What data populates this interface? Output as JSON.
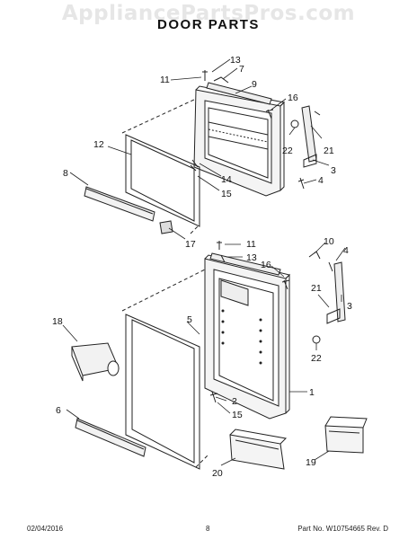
{
  "watermark": "AppliancePartsPros.com",
  "title": "DOOR PARTS",
  "callouts": [
    "13",
    "7",
    "11",
    "9",
    "16",
    "22",
    "21",
    "3",
    "4",
    "12",
    "14",
    "15",
    "8",
    "17",
    "10",
    "11",
    "13",
    "16",
    "21",
    "3",
    "5",
    "18",
    "22",
    "2",
    "1",
    "15",
    "6",
    "20",
    "19"
  ],
  "footer": {
    "date": "02/04/2016",
    "page": "8",
    "part": "Part No.  W10754665  Rev.  D"
  }
}
